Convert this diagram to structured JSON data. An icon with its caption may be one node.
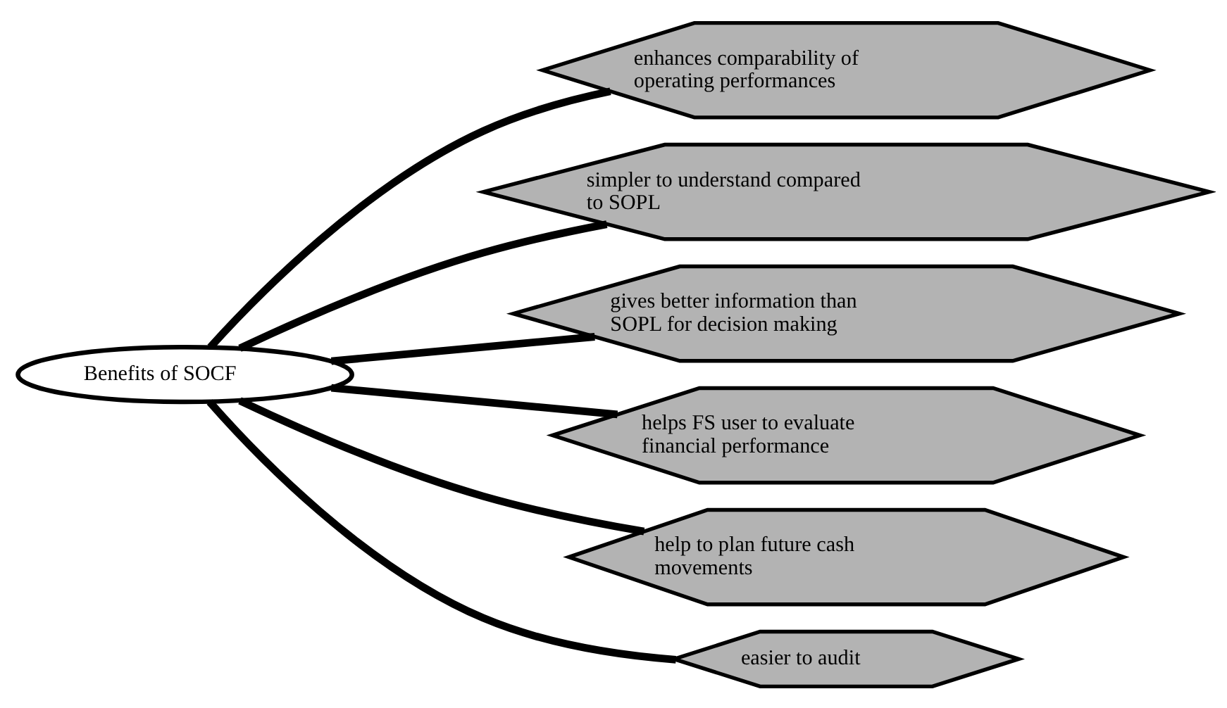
{
  "diagram": {
    "nodes": [
      {
        "text": [
          "Benefits of SOCF"
        ]
      },
      {
        "text": [
          "enhances comparability of operating performances"
        ]
      },
      {
        "text": [
          "simpler to understand compared to SOPL"
        ]
      },
      {
        "text": [
          "gives better information than SOPL for decision making"
        ]
      },
      {
        "text": [
          "helps FS user to evaluate financial performance"
        ]
      },
      {
        "text": [
          "help to plan future cash movements"
        ]
      },
      {
        "text": [
          "easier to audit"
        ]
      }
    ],
    "edges": [
      {
        "from": 0,
        "to": 1,
        "arrow": "none"
      },
      {
        "from": 0,
        "to": 2,
        "arrow": "none"
      },
      {
        "from": 0,
        "to": 3,
        "arrow": "none"
      },
      {
        "from": 0,
        "to": 4,
        "arrow": "none"
      },
      {
        "from": 0,
        "to": 5,
        "arrow": "none"
      },
      {
        "from": 0,
        "to": 6,
        "arrow": "none"
      }
    ]
  }
}
